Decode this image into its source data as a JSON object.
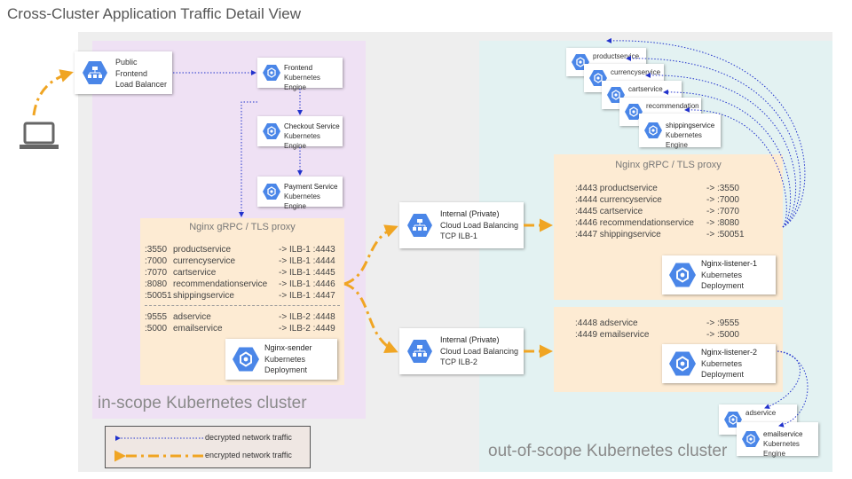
{
  "title": "Cross-Cluster Application Traffic Detail View",
  "in_scope_label": "in-scope Kubernetes cluster",
  "out_scope_label": "out-of-scope Kubernetes cluster",
  "laptop_icon": "laptop-icon",
  "public_lb": {
    "line1": "Public",
    "line2": "Frontend",
    "line3": "Load Balancer",
    "icon": "load-balancer-icon"
  },
  "frontend": {
    "name": "Frontend",
    "sub": "Kubernetes Engine"
  },
  "checkout": {
    "name": "Checkout Service",
    "sub": "Kubernetes Engine"
  },
  "payment": {
    "name": "Payment Service",
    "sub": "Kubernetes Engine"
  },
  "sender_proxy": {
    "header": "Nginx gRPC / TLS proxy",
    "rows_ilb1": [
      {
        "port": ":3550",
        "svc": "productservice",
        "target": "-> ILB-1  :4443"
      },
      {
        "port": ":7000",
        "svc": "currencyservice",
        "target": "-> ILB-1  :4444"
      },
      {
        "port": ":7070",
        "svc": "cartservice",
        "target": "-> ILB-1  :4445"
      },
      {
        "port": ":8080",
        "svc": "recommendationservice",
        "target": "-> ILB-1  :4446"
      },
      {
        "port": ":50051",
        "svc": "shippingservice",
        "target": "-> ILB-1 :4447"
      }
    ],
    "rows_ilb2": [
      {
        "port": ":9555",
        "svc": "adservice",
        "target": "-> ILB-2 :4448"
      },
      {
        "port": ":5000",
        "svc": "emailservice",
        "target": "-> ILB-2 :4449"
      }
    ],
    "deployment": {
      "line1": "Nginx-sender",
      "line2": "Kubernetes",
      "line3": "Deployment"
    }
  },
  "ilb1": {
    "line1": "Internal (Private)",
    "line2": "Cloud Load Balancing",
    "line3": "TCP ILB-1"
  },
  "ilb2": {
    "line1": "Internal (Private)",
    "line2": "Cloud Load Balancing",
    "line3": "TCP ILB-2"
  },
  "listener1_proxy": {
    "header": "Nginx gRPC / TLS proxy",
    "rows": [
      {
        "src": ":4443 productservice",
        "dst": "-> :3550"
      },
      {
        "src": ":4444 currencyservice",
        "dst": "-> :7000"
      },
      {
        "src": ":4445 cartservice",
        "dst": "-> :7070"
      },
      {
        "src": ":4446 recommendationservice",
        "dst": "-> :8080"
      },
      {
        "src": ":4447 shippingservice",
        "dst": "-> :50051"
      }
    ],
    "deployment": {
      "line1": "Nginx-listener-1",
      "line2": "Kubernetes",
      "line3": "Deployment"
    }
  },
  "listener2_proxy": {
    "rows": [
      {
        "src": ":4448 adservice",
        "dst": "-> :9555"
      },
      {
        "src": ":4449 emailservice",
        "dst": "-> :5000"
      }
    ],
    "deployment": {
      "line1": "Nginx-listener-2",
      "line2": "Kubernetes",
      "line3": "Deployment"
    }
  },
  "stack_services": {
    "productservice": "productservice",
    "currencyservice": "currencyservice",
    "cartservice": "cartservice",
    "recommendation": "recommendation",
    "shipping_name": "shippingservice",
    "shipping_sub": "Kubernetes Engine"
  },
  "email_stack": {
    "adservice": "adservice",
    "email_name": "emailservice",
    "email_sub": "Kubernetes Engine"
  },
  "legend": {
    "decrypted": "decrypted network traffic",
    "encrypted": "encrypted network traffic"
  },
  "colors": {
    "encrypted": "#f0a523",
    "decrypted": "#2233cc",
    "gke_blue": "#4a86e8"
  }
}
